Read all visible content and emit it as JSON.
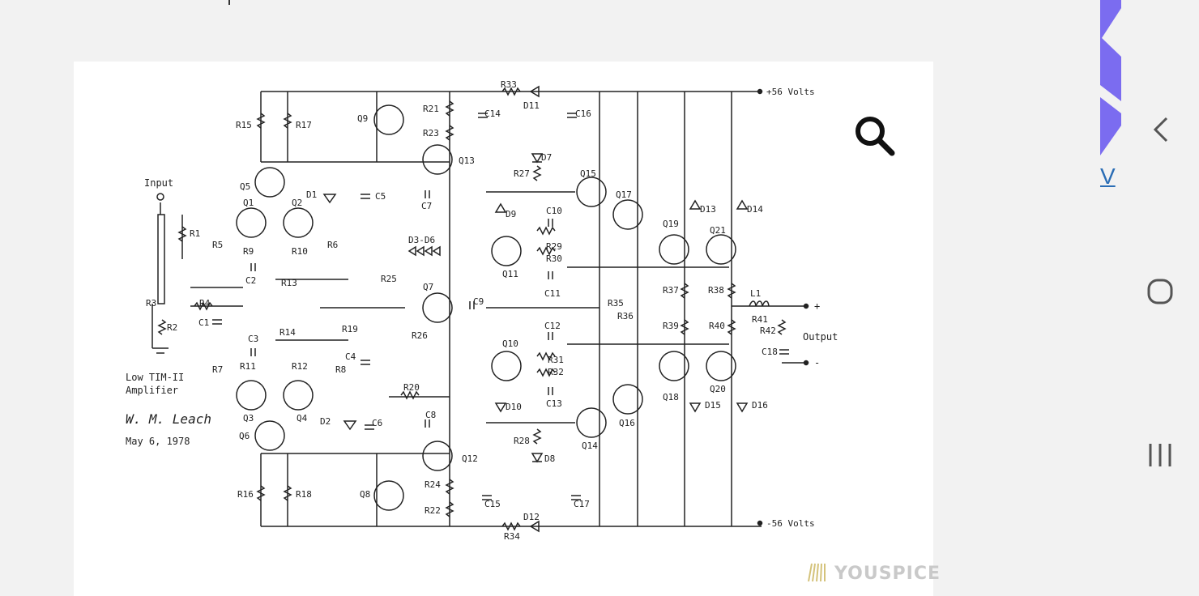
{
  "diagram": {
    "labels": {
      "input": "Input",
      "output": "Output",
      "plus_supply": "+56 Volts",
      "minus_supply": "-56 Volts",
      "plus": "+",
      "minus": "-",
      "title_line1": "Low TIM-II",
      "title_line2": "Amplifier",
      "author": "W. M. Leach",
      "date": "May 6, 1978"
    },
    "transistors": [
      "Q1",
      "Q2",
      "Q3",
      "Q4",
      "Q5",
      "Q6",
      "Q7",
      "Q8",
      "Q9",
      "Q10",
      "Q11",
      "Q12",
      "Q13",
      "Q14",
      "Q15",
      "Q16",
      "Q17",
      "Q18",
      "Q19",
      "Q20",
      "Q21"
    ],
    "resistors": [
      "R1",
      "R2",
      "R3",
      "R4",
      "R5",
      "R6",
      "R7",
      "R8",
      "R9",
      "R10",
      "R11",
      "R12",
      "R13",
      "R14",
      "R15",
      "R16",
      "R17",
      "R18",
      "R19",
      "R20",
      "R21",
      "R22",
      "R23",
      "R24",
      "R25",
      "R26",
      "R27",
      "R28",
      "R29",
      "R30",
      "R31",
      "R32",
      "R33",
      "R34",
      "R35",
      "R36",
      "R37",
      "R38",
      "R39",
      "R40",
      "R41",
      "R42"
    ],
    "capacitors": [
      "C1",
      "C2",
      "C3",
      "C4",
      "C5",
      "C6",
      "C7",
      "C8",
      "C9",
      "C10",
      "C11",
      "C12",
      "C13",
      "C14",
      "C15",
      "C16",
      "C17",
      "C18"
    ],
    "diodes": [
      "D1",
      "D2",
      "D3-D6",
      "D7",
      "D8",
      "D9",
      "D10",
      "D11",
      "D12",
      "D13",
      "D14",
      "D15",
      "D16"
    ],
    "inductors": [
      "L1"
    ]
  },
  "watermark": {
    "text": "YOUSPICE"
  },
  "side_link": {
    "text": "V"
  },
  "nav": {
    "back_icon": "chevron-left-icon",
    "home_icon": "circle-icon",
    "recents_icon": "bars-icon"
  },
  "colors": {
    "accent": "#7b6cf0",
    "link": "#2a6db5"
  }
}
